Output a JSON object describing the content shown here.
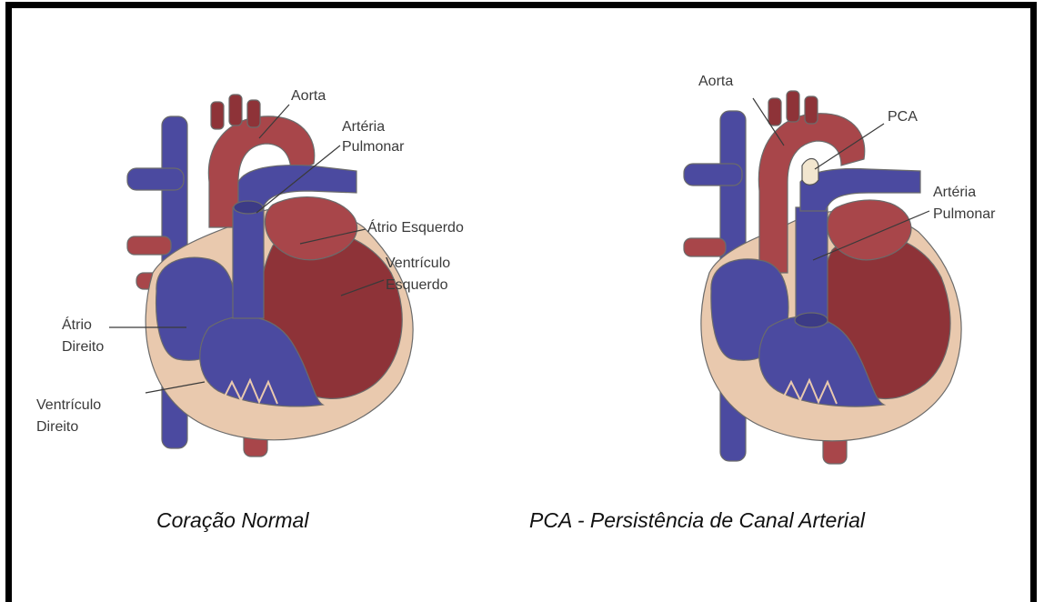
{
  "colors": {
    "vein_blue": "#4b4aa0",
    "artery_red": "#a8464a",
    "muscle_red": "#8e3338",
    "pericardium": "#e9c9ae",
    "outline": "#6b6b6b"
  },
  "left_figure": {
    "caption": "Coração Normal",
    "labels": {
      "aorta": "Aorta",
      "arteria_1": "Artéria",
      "arteria_2": "Pulmonar",
      "atrio_esquerdo": "Átrio Esquerdo",
      "ventriculo_esq_1": "Ventrículo",
      "ventriculo_esq_2": "Esquerdo",
      "atrio_dir_1": "Átrio",
      "atrio_dir_2": "Direito",
      "ventriculo_dir_1": "Ventrículo",
      "ventriculo_dir_2": "Direito"
    }
  },
  "right_figure": {
    "caption": "PCA - Persistência de Canal Arterial",
    "labels": {
      "aorta": "Aorta",
      "pca": "PCA",
      "arteria_1": "Artéria",
      "arteria_2": "Pulmonar"
    }
  }
}
